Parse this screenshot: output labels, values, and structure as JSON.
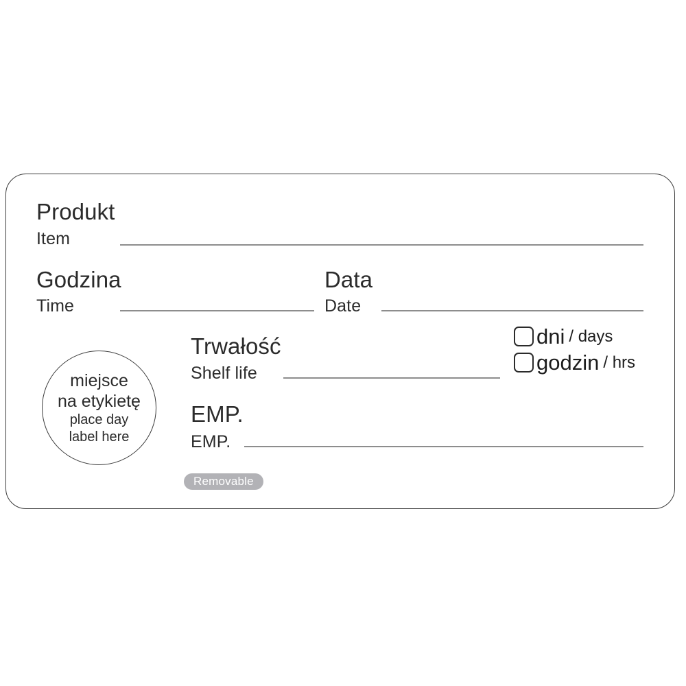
{
  "label": {
    "type": "food-rotation-label",
    "border_color": "#3a3a3a",
    "rule_color": "#8d8d8d",
    "text_color": "#2b2b2b",
    "background": "#ffffff",
    "fields": [
      {
        "id": "product",
        "pl": "Produkt",
        "en": "Item",
        "has_rule": true
      },
      {
        "id": "time",
        "pl": "Godzina",
        "en": "Time",
        "has_rule": true
      },
      {
        "id": "date",
        "pl": "Data",
        "en": "Date",
        "has_rule": true
      },
      {
        "id": "shelf-life",
        "pl": "Trwałość",
        "en": "Shelf life",
        "has_rule": true
      },
      {
        "id": "emp",
        "pl": "EMP.",
        "en": "EMP.",
        "has_rule": true
      }
    ],
    "checkboxes": [
      {
        "id": "days",
        "pl": "dni",
        "en": "/ days",
        "checked": false
      },
      {
        "id": "hours",
        "pl": "godzin",
        "en": "/ hrs",
        "checked": false
      }
    ],
    "place_label_circle": {
      "line1": "miejsce",
      "line2": "na etykietę",
      "line3": "place day",
      "line4": "label here"
    },
    "badge": {
      "text": "Removable",
      "background": "#b2b2b6",
      "color": "#ffffff"
    }
  }
}
